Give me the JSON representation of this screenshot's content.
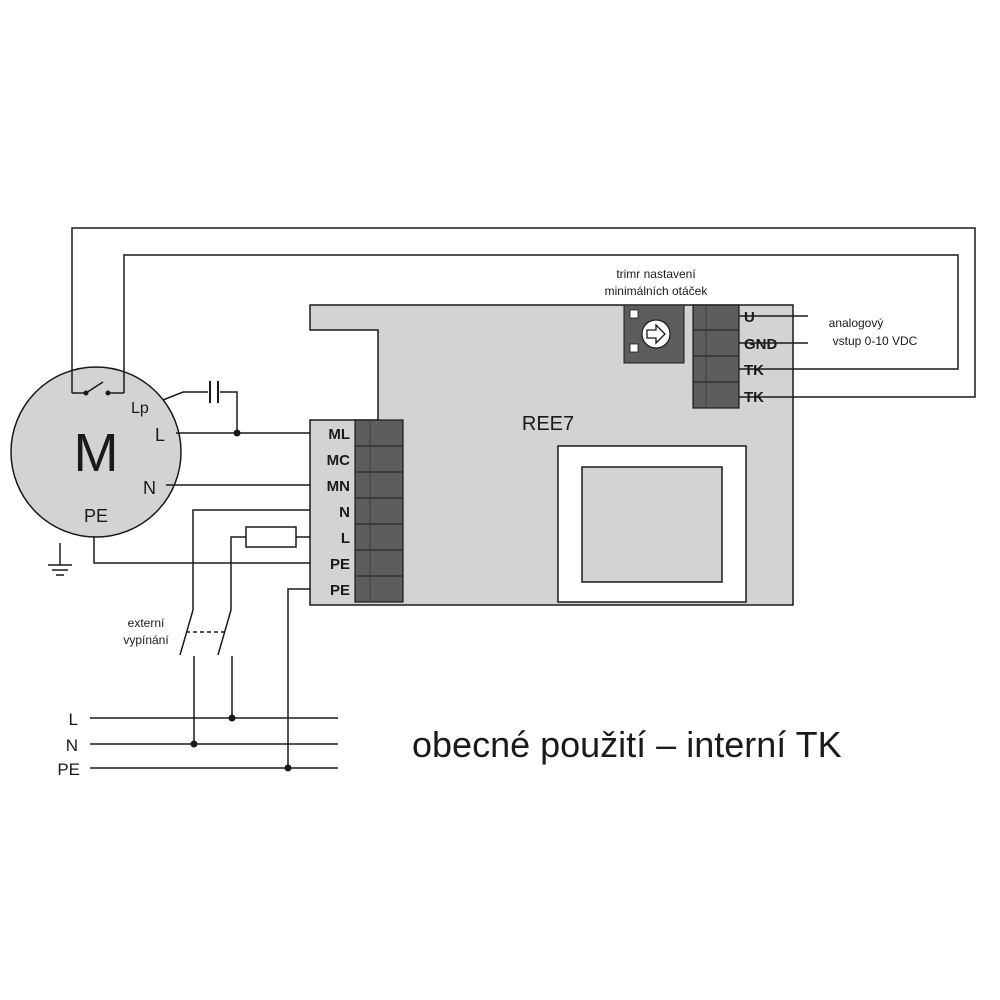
{
  "motor": {
    "symbol": "M",
    "terminal_lp": "Lp",
    "terminal_l": "L",
    "terminal_n": "N",
    "terminal_pe": "PE"
  },
  "controller": {
    "name": "REE7",
    "left_terminals": [
      "ML",
      "MC",
      "MN",
      "N",
      "L",
      "PE",
      "PE"
    ],
    "right_terminals": [
      "U",
      "GND",
      "TK",
      "TK"
    ],
    "trimmer_label_line1": "trimr nastavení",
    "trimmer_label_line2": "minimálních otáček"
  },
  "analog_input": {
    "line1": "analogový",
    "line2": "vstup 0-10 VDC"
  },
  "external_switch": {
    "line1": "externí",
    "line2": "vypínání"
  },
  "supply": {
    "line_l": "L",
    "line_n": "N",
    "line_pe": "PE"
  },
  "caption": "obecné použití – interní TK",
  "colors": {
    "board": "#d3d3d3",
    "terminal_block": "#5d5d5d",
    "transformer_fill": "#ffffff"
  }
}
